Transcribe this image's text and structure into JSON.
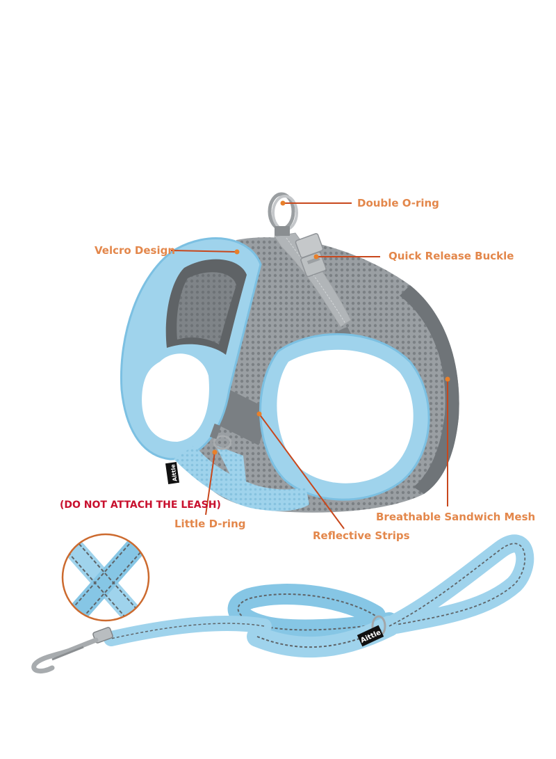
{
  "colors": {
    "label": "#e3874b",
    "warning": "#c8102e",
    "leader_line": "#c8471c",
    "dot": "#e8802a",
    "harness_blue": "#9fd3ec",
    "mesh_gray": "#8c9195",
    "reflective_gray": "#6f7478",
    "circle_outline": "#cc6a2e"
  },
  "callouts": {
    "double_o_ring": "Double O-ring",
    "velcro_design": "Velcro Design",
    "quick_release_buckle": "Quick Release Buckle",
    "breathable_sandwich_mesh": "Breathable Sandwich Mesh",
    "little_d_ring": "Little D-ring",
    "reflective_strips": "Reflective Strips"
  },
  "warning": "(DO NOT ATTACH THE LEASH)",
  "brand": {
    "harness_tag": "Aittle",
    "leash_tag": "Aittle"
  },
  "icons": [
    "d-ring-icon",
    "buckle-icon",
    "snap-hook-icon",
    "zoom-circle-icon"
  ]
}
